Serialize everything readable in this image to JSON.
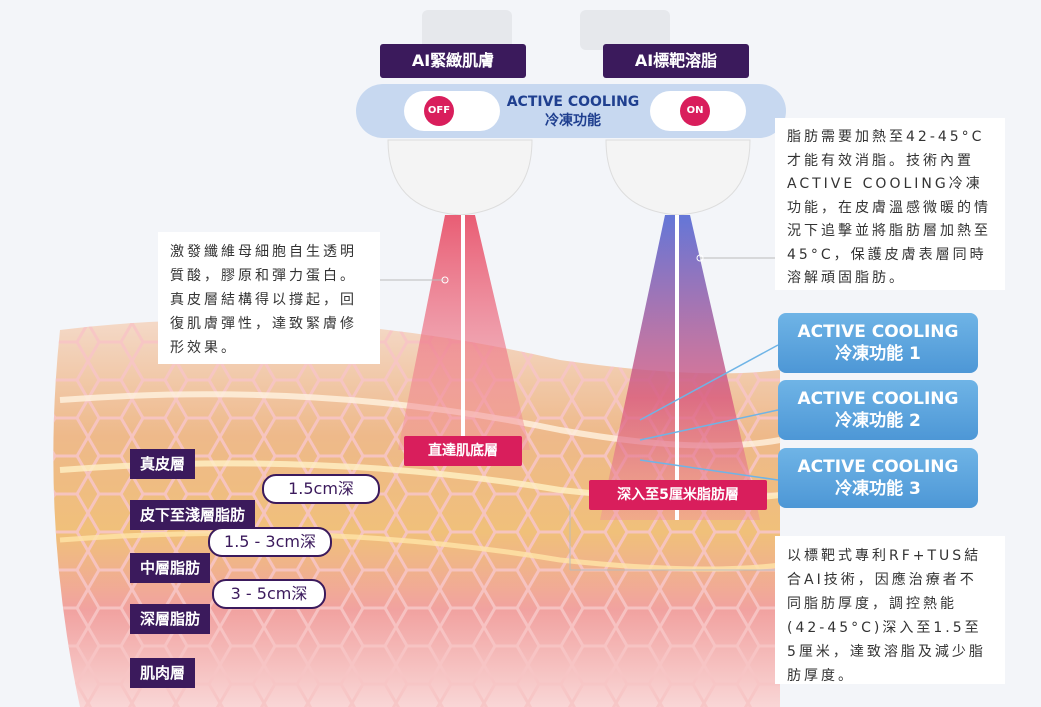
{
  "headers": {
    "left_title": "AI緊緻肌膚",
    "right_title": "AI標靶溶脂"
  },
  "switch": {
    "off": "OFF",
    "on": "ON",
    "label_en": "ACTIVE COOLING",
    "label_zh": "冷凍功能"
  },
  "left_text": "激發纖維母細胞自生透明質酸，膠原和彈力蛋白。真皮層結構得以撐起，回復肌膚彈性，達致緊膚修形效果。",
  "right_top_text": "脂肪需要加熱至42-45°C才能有效消脂。技術內置ACTIVE COOLING冷凍功能，在皮膚溫感微暖的情況下追擊並將脂肪層加熱至45°C，保護皮膚表層同時溶解頑固脂肪。",
  "cooling_buttons": [
    {
      "en": "ACTIVE COOLING",
      "zh": "冷凍功能 1"
    },
    {
      "en": "ACTIVE COOLING",
      "zh": "冷凍功能 2"
    },
    {
      "en": "ACTIVE COOLING",
      "zh": "冷凍功能 3"
    }
  ],
  "right_bottom_text": "以標靶式專利RF+TUS結合AI技術，因應治療者不同脂肪厚度，調控熱能(42-45°C)深入至1.5至5厘米，達致溶脂及減少脂肪厚度。",
  "beam_labels": {
    "left": "直達肌底層",
    "right": "深入至5厘米脂肪層"
  },
  "layers": {
    "dermis": "真皮層",
    "subcutaneous": "皮下至淺層脂肪",
    "middle_fat": "中層脂肪",
    "deep_fat": "深層脂肪",
    "muscle": "肌肉層"
  },
  "depths": {
    "d1": "1.5cm深",
    "d2": "1.5 - 3cm深",
    "d3": "3 - 5cm深"
  },
  "colors": {
    "purple": "#3b1a5c",
    "pink": "#d91e5c",
    "cooling_blue": "#5aa5dd"
  }
}
